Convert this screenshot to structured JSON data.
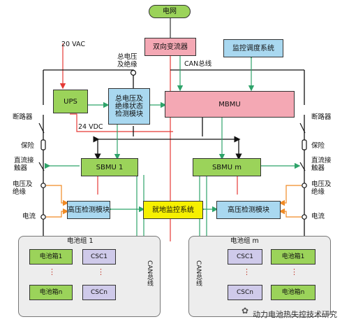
{
  "nodes": {
    "grid": "电网",
    "converter": "双向变流器",
    "monitor": "监控调度系统",
    "ups": "UPS",
    "insulation_module": "总电压及\n绝缘状态\n检测模块",
    "mbmu": "MBMU",
    "sbmu1": "SBMU 1",
    "sbmum": "SBMU m",
    "hv1": "高压检测模块",
    "hvm": "高压检测模块",
    "local": "就地监控系统"
  },
  "labels": {
    "vac": "20 VAC",
    "vdc": "24 VDC",
    "total_v": "总电压\n及绝缘",
    "can_top": "CAN总线",
    "breaker": "断路器",
    "fuse": "保险",
    "dc_contactor_left": "直流接\n触器",
    "dc_contactor_right": "直流接\n触器",
    "volt_ins": "电压及\n绝缘",
    "current": "电流"
  },
  "groups": {
    "left": {
      "title": "电池组 1",
      "box_top": "电池箱1",
      "box_bottom": "电池箱n",
      "csc_top": "CSC1",
      "csc_bottom": "CSCn",
      "can": "CAN总线"
    },
    "right": {
      "title": "电池组 m",
      "box_top": "电池箱1",
      "box_bottom": "电池箱n",
      "csc_top": "CSC1",
      "csc_bottom": "CSCn",
      "can": "CAN总线"
    }
  },
  "ellipsis": "⋮",
  "watermark": "动力电池热失控技术研究",
  "colors": {
    "power_line": "#e53935",
    "can_line": "#2ea36a",
    "signal_line": "#f08a24",
    "bus_line": "#111111"
  }
}
